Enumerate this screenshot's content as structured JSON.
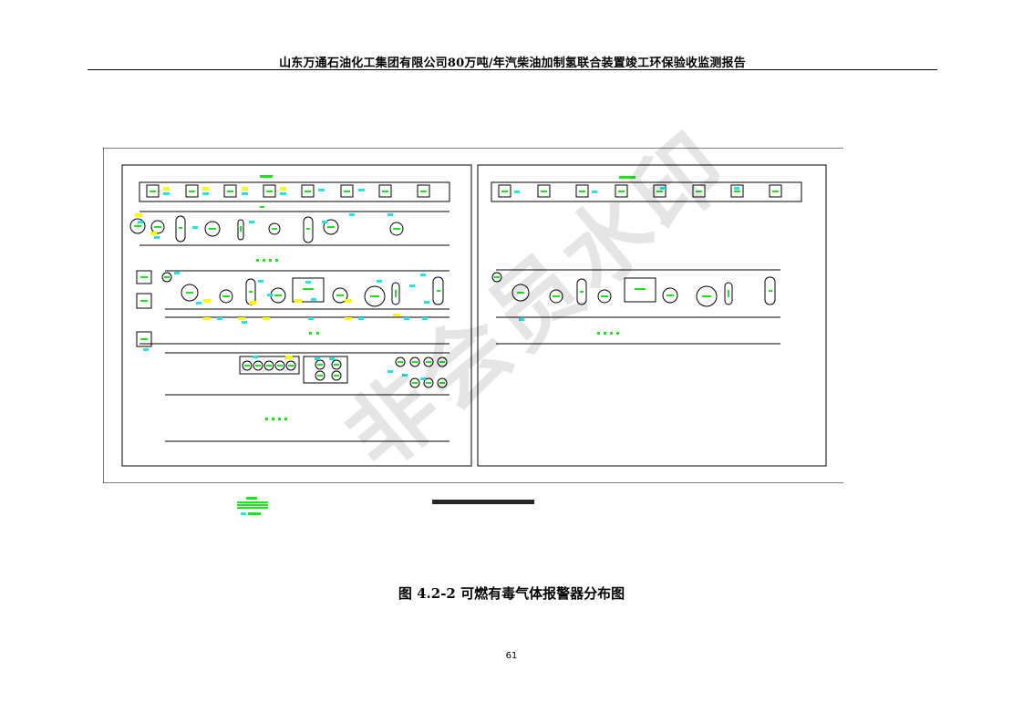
{
  "header": {
    "title": "山东万通石油化工集团有限公司80万吨/年汽柴油加制氢联合装置竣工环保验收监测报告"
  },
  "figure": {
    "caption": "图 4.2-2 可燃有毒气体报警器分布图",
    "drawing_title": "南厂加制氢报警器分布图",
    "watermark": "非会员水印"
  },
  "page": {
    "number": "61"
  },
  "colors": {
    "green": "#19e619",
    "cyan": "#1ee6e6",
    "yellow": "#ffff00",
    "ink": "#000000"
  }
}
